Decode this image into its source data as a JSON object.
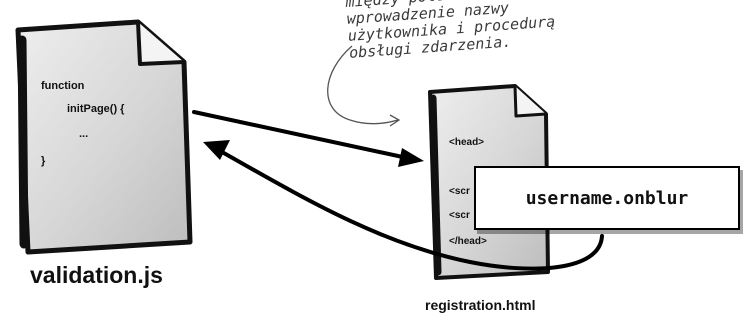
{
  "annotation": {
    "lines": [
      "między polem umożliwiającym",
      "wprowadzenie nazwy",
      "użytkownika i procedurą",
      "obsługi zdarzenia."
    ]
  },
  "js_file": {
    "name": "validation.js",
    "code_lines": [
      "function",
      "initPage() {",
      "...",
      "}"
    ]
  },
  "html_file": {
    "name": "registration.html",
    "code_lines": [
      "<head>",
      "<scr",
      "<scr",
      "</head>"
    ]
  },
  "event_handler": {
    "label": "username.onblur"
  }
}
